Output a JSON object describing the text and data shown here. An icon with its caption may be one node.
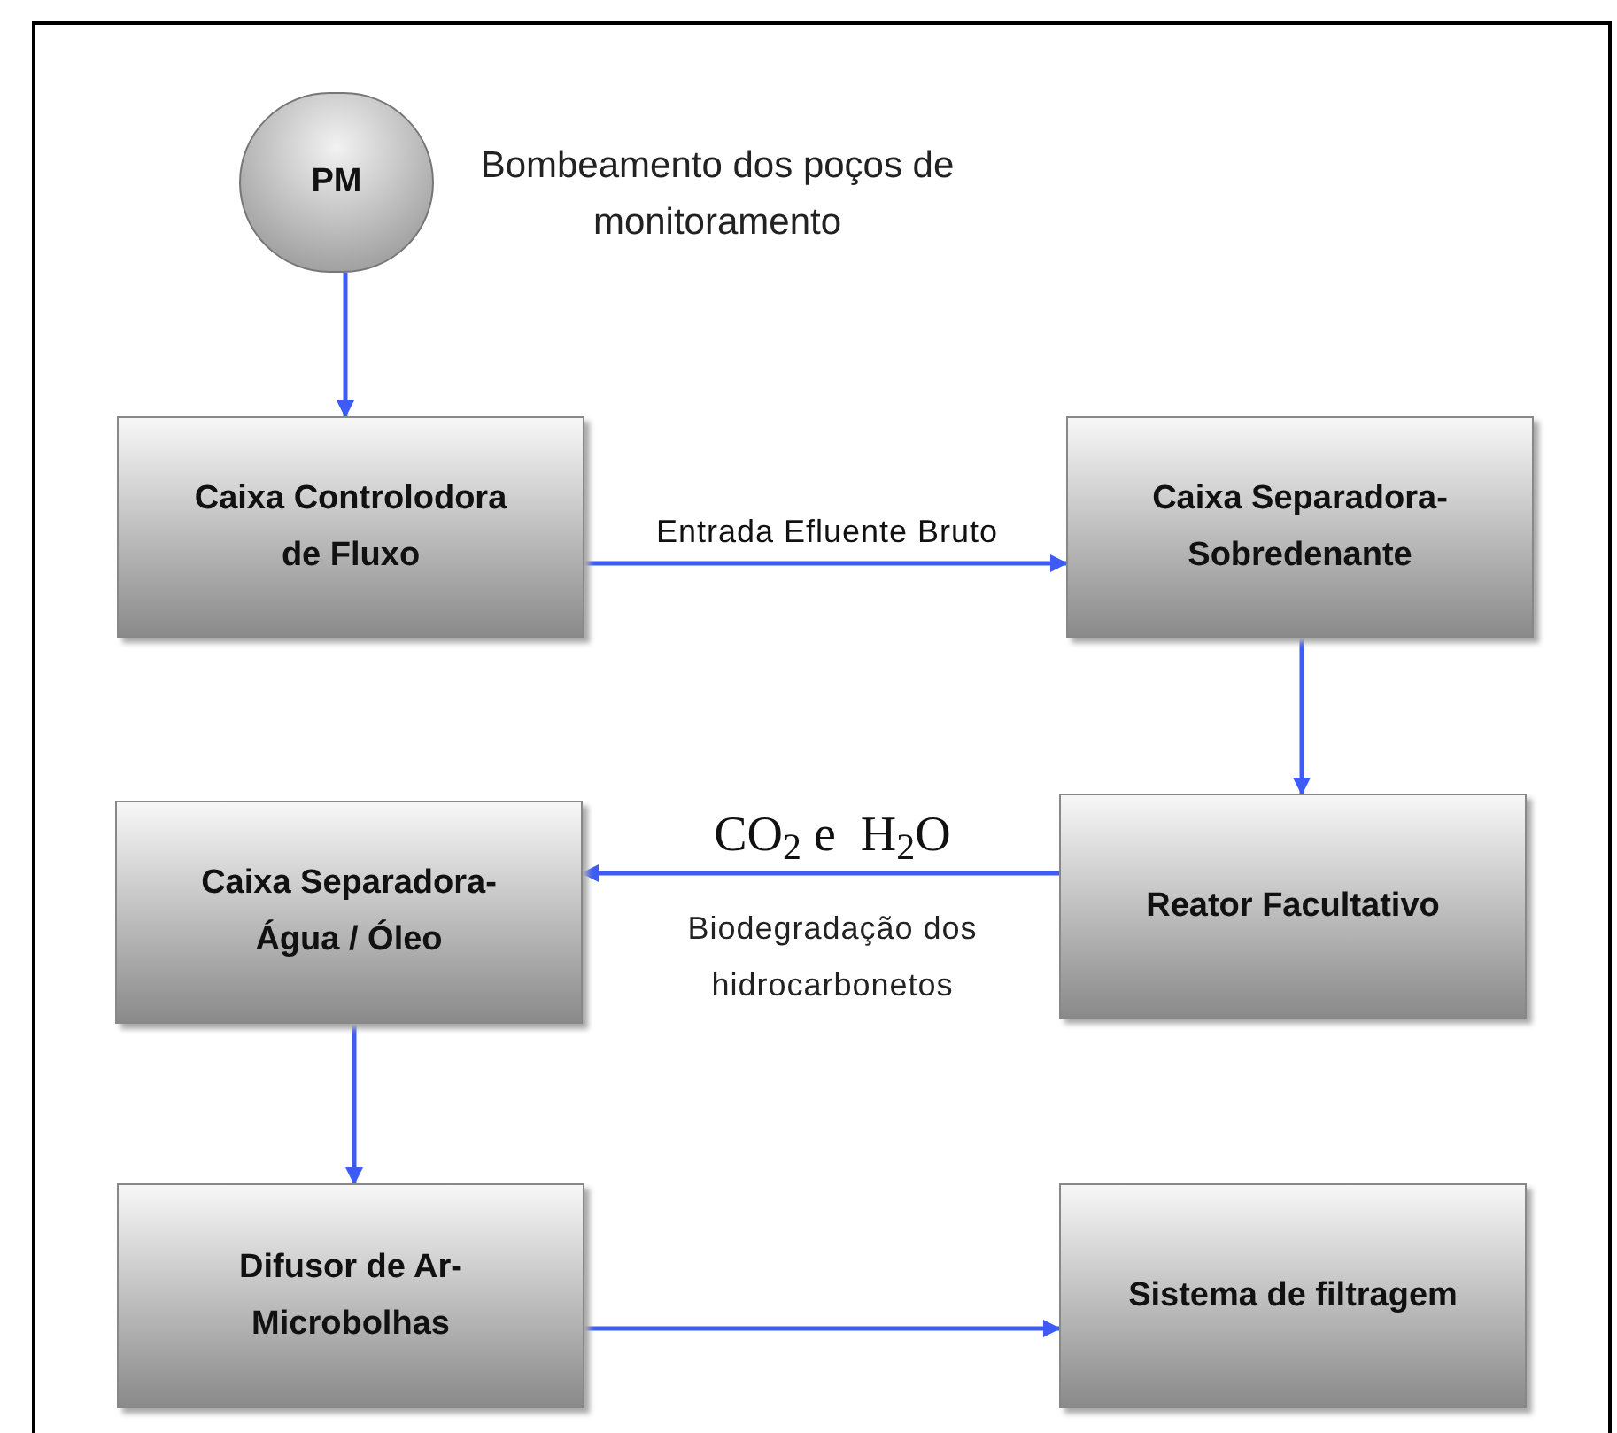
{
  "diagram": {
    "nodes": [
      {
        "text": [
          "PM"
        ],
        "beside": [
          "Bombeamento dos poços de monitoramento"
        ]
      },
      {
        "text": [
          "Caixa Controlodora de Fluxo"
        ]
      },
      {
        "text": [
          "Caixa Separadora-Sobredenante"
        ]
      },
      {
        "text": [
          "Reator Facultativo"
        ]
      },
      {
        "text": [
          "Caixa Separadora-Água /  Óleo"
        ]
      },
      {
        "text": [
          "Difusor de Ar-Microbolhas"
        ]
      },
      {
        "text": [
          "Sistema de filtragem"
        ]
      }
    ],
    "edges": [
      {
        "from": 0,
        "to": 1,
        "arrow": "to"
      },
      {
        "from": 1,
        "to": 2,
        "arrow": "to",
        "label": "Entrada Efluente Bruto"
      },
      {
        "from": 2,
        "to": 3,
        "arrow": "to"
      },
      {
        "from": 3,
        "to": 4,
        "arrow": "to",
        "label": "CO$_{2}$ e  H$_{2}$O"
      },
      {
        "from": 4,
        "to": 5,
        "arrow": "to"
      },
      {
        "from": 5,
        "to": 6,
        "arrow": "to"
      }
    ],
    "labels": [
      "Biodegradação dos hidrocarbonetos"
    ]
  }
}
